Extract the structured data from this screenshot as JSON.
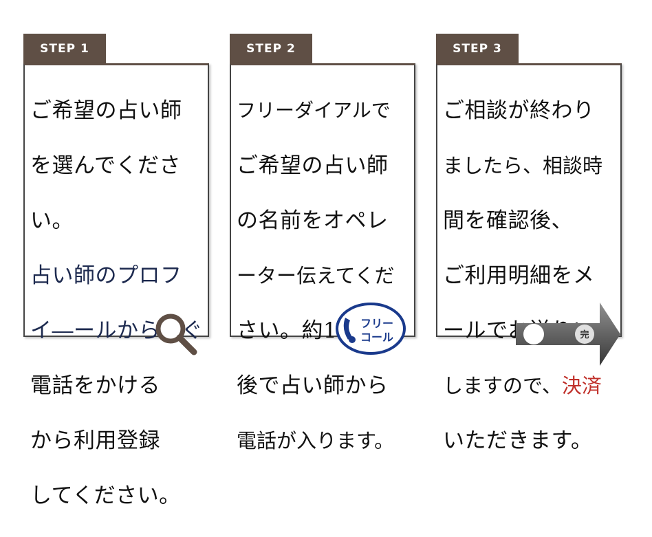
{
  "steps": [
    {
      "label": "STEP 1",
      "lines": [
        "ご希望の占い師",
        "を選んでくださ",
        "い。",
        "占い師のプロフ",
        "イ―ールからすぐ",
        "電話をかける",
        "から利用登録",
        "してください。"
      ]
    },
    {
      "label": "STEP 2",
      "lines": [
        "フリーダイアルで",
        "ご希望の占い師",
        "の名前をオペレ",
        "ーター伝えてくだ",
        "さい。約10分前",
        "後で占い師から",
        "電話が入ります。"
      ]
    },
    {
      "label": "STEP 3",
      "lines": [
        "ご相談が終わり",
        "ましたら、相談時",
        "間を確認後、",
        "ご利用明細をメ",
        "ールでお送りい"
      ],
      "line6_prefix": "しますので、",
      "line6_highlight": "決済",
      "line7": "いただきます。"
    }
  ],
  "icons": {
    "step1": "magnifier-icon",
    "step2": "freecall-logo",
    "step3": "progress-arrow-icon"
  },
  "freecall_text": [
    "フリー",
    "コール"
  ],
  "progress_complete_label": "完",
  "colors": {
    "tab_brown": "#5f4f45",
    "highlight_red": "#c0302a",
    "freecall_blue": "#1a3a8c"
  }
}
